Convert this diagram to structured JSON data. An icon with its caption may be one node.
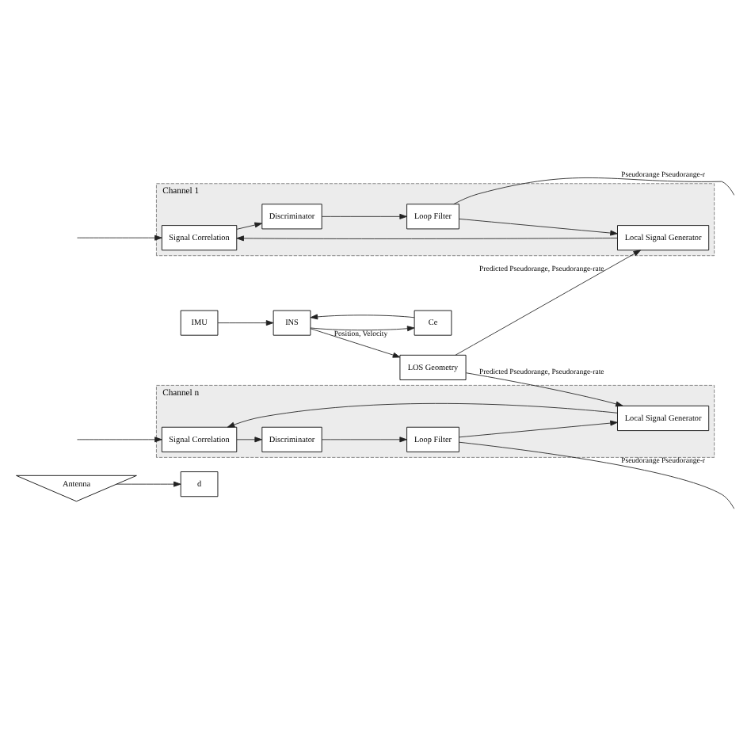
{
  "diagram": {
    "nodes": [
      {
        "text": [
          "Antenna"
        ]
      },
      {
        "text": [
          "d"
        ]
      },
      {
        "text": [
          "Channel 1"
        ]
      },
      {
        "text": [
          "Signal Correlation"
        ],
        "in": 2
      },
      {
        "text": [
          "Discriminator"
        ],
        "in": 2
      },
      {
        "text": [
          "Local Signal Generator"
        ],
        "in": 2
      },
      {
        "text": [
          "Loop Filter"
        ],
        "in": 2
      },
      {
        "text": [
          "Channel n"
        ]
      },
      {
        "text": [
          "Signal Correlation"
        ],
        "in": 7
      },
      {
        "text": [
          "Discriminator"
        ],
        "in": 7
      },
      {
        "text": [
          "Local Signal Generator"
        ],
        "in": 7
      },
      {
        "text": [
          "Loop Filter"
        ],
        "in": 7
      },
      {
        "text": [
          "LOS Geometry"
        ]
      },
      {
        "text": [
          "INS"
        ]
      },
      {
        "text": [
          "Ce"
        ]
      },
      {
        "text": [
          "IMU"
        ]
      }
    ],
    "edges": [
      {
        "from": 0,
        "to": 1,
        "arrow": "to"
      },
      {
        "from": null,
        "to": 3,
        "arrow": "to"
      },
      {
        "from": 3,
        "to": 4,
        "arrow": "to"
      },
      {
        "from": 4,
        "to": 6,
        "arrow": "to"
      },
      {
        "from": 6,
        "to": 5,
        "arrow": "to"
      },
      {
        "from": 5,
        "to": 3,
        "arrow": "to"
      },
      {
        "from": 6,
        "to": null,
        "arrow": "none",
        "label": "Pseudorange Pseudorange-r"
      },
      {
        "from": 12,
        "to": 5,
        "arrow": "to",
        "label": "Predicted Pseudorange, Pseudorange-rate"
      },
      {
        "from": null,
        "to": 8,
        "arrow": "to"
      },
      {
        "from": 8,
        "to": 9,
        "arrow": "to"
      },
      {
        "from": 9,
        "to": 11,
        "arrow": "to"
      },
      {
        "from": 11,
        "to": 10,
        "arrow": "to"
      },
      {
        "from": 10,
        "to": 8,
        "arrow": "to"
      },
      {
        "from": 11,
        "to": null,
        "arrow": "none",
        "label": "Pseudorange Pseudorange-r"
      },
      {
        "from": 12,
        "to": 10,
        "arrow": "to",
        "label": "Predicted Pseudorange, Pseudorange-rate"
      },
      {
        "from": 13,
        "to": 12,
        "arrow": "to",
        "label": "Position, Velocity"
      },
      {
        "from": 14,
        "to": 13,
        "arrow": "to"
      },
      {
        "from": 13,
        "to": 14,
        "arrow": "to"
      },
      {
        "from": 15,
        "to": 13,
        "arrow": "to"
      }
    ]
  }
}
